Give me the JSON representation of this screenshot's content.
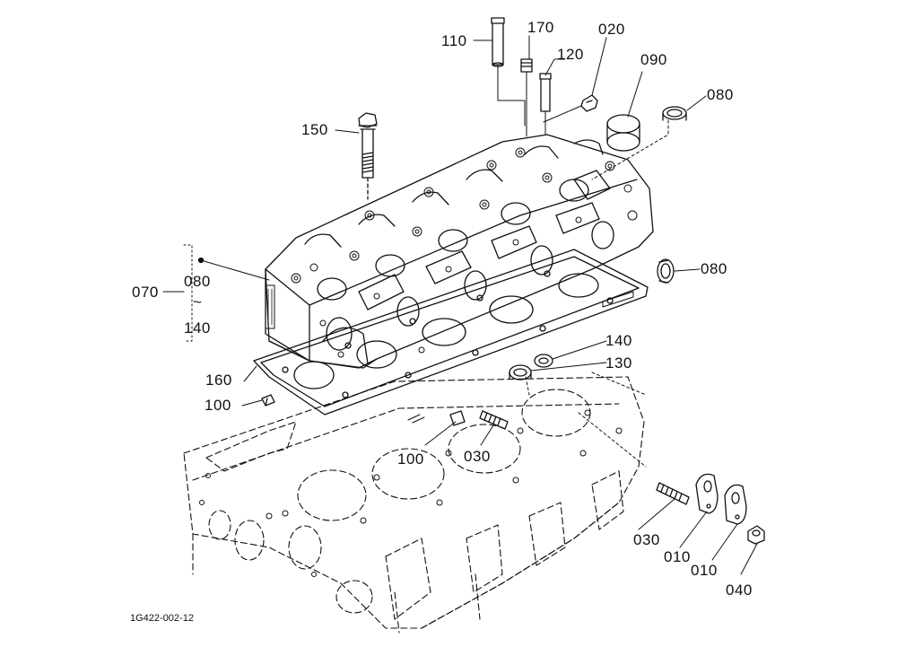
{
  "figure_code": "1G422-002-12",
  "callouts": {
    "c110": "110",
    "c170": "170",
    "c120": "120",
    "c020": "020",
    "c090": "090",
    "c080a": "080",
    "c150": "150",
    "c070": "070",
    "c080b": "080",
    "c_range_sep": "~",
    "c140a": "140",
    "c080c": "080",
    "c140b": "140",
    "c130": "130",
    "c160": "160",
    "c100a": "100",
    "c100b": "100",
    "c030a": "030",
    "c030b": "030",
    "c010a": "010",
    "c010b": "010",
    "c040": "040"
  },
  "colors": {
    "line": "#111111",
    "background": "#ffffff"
  }
}
